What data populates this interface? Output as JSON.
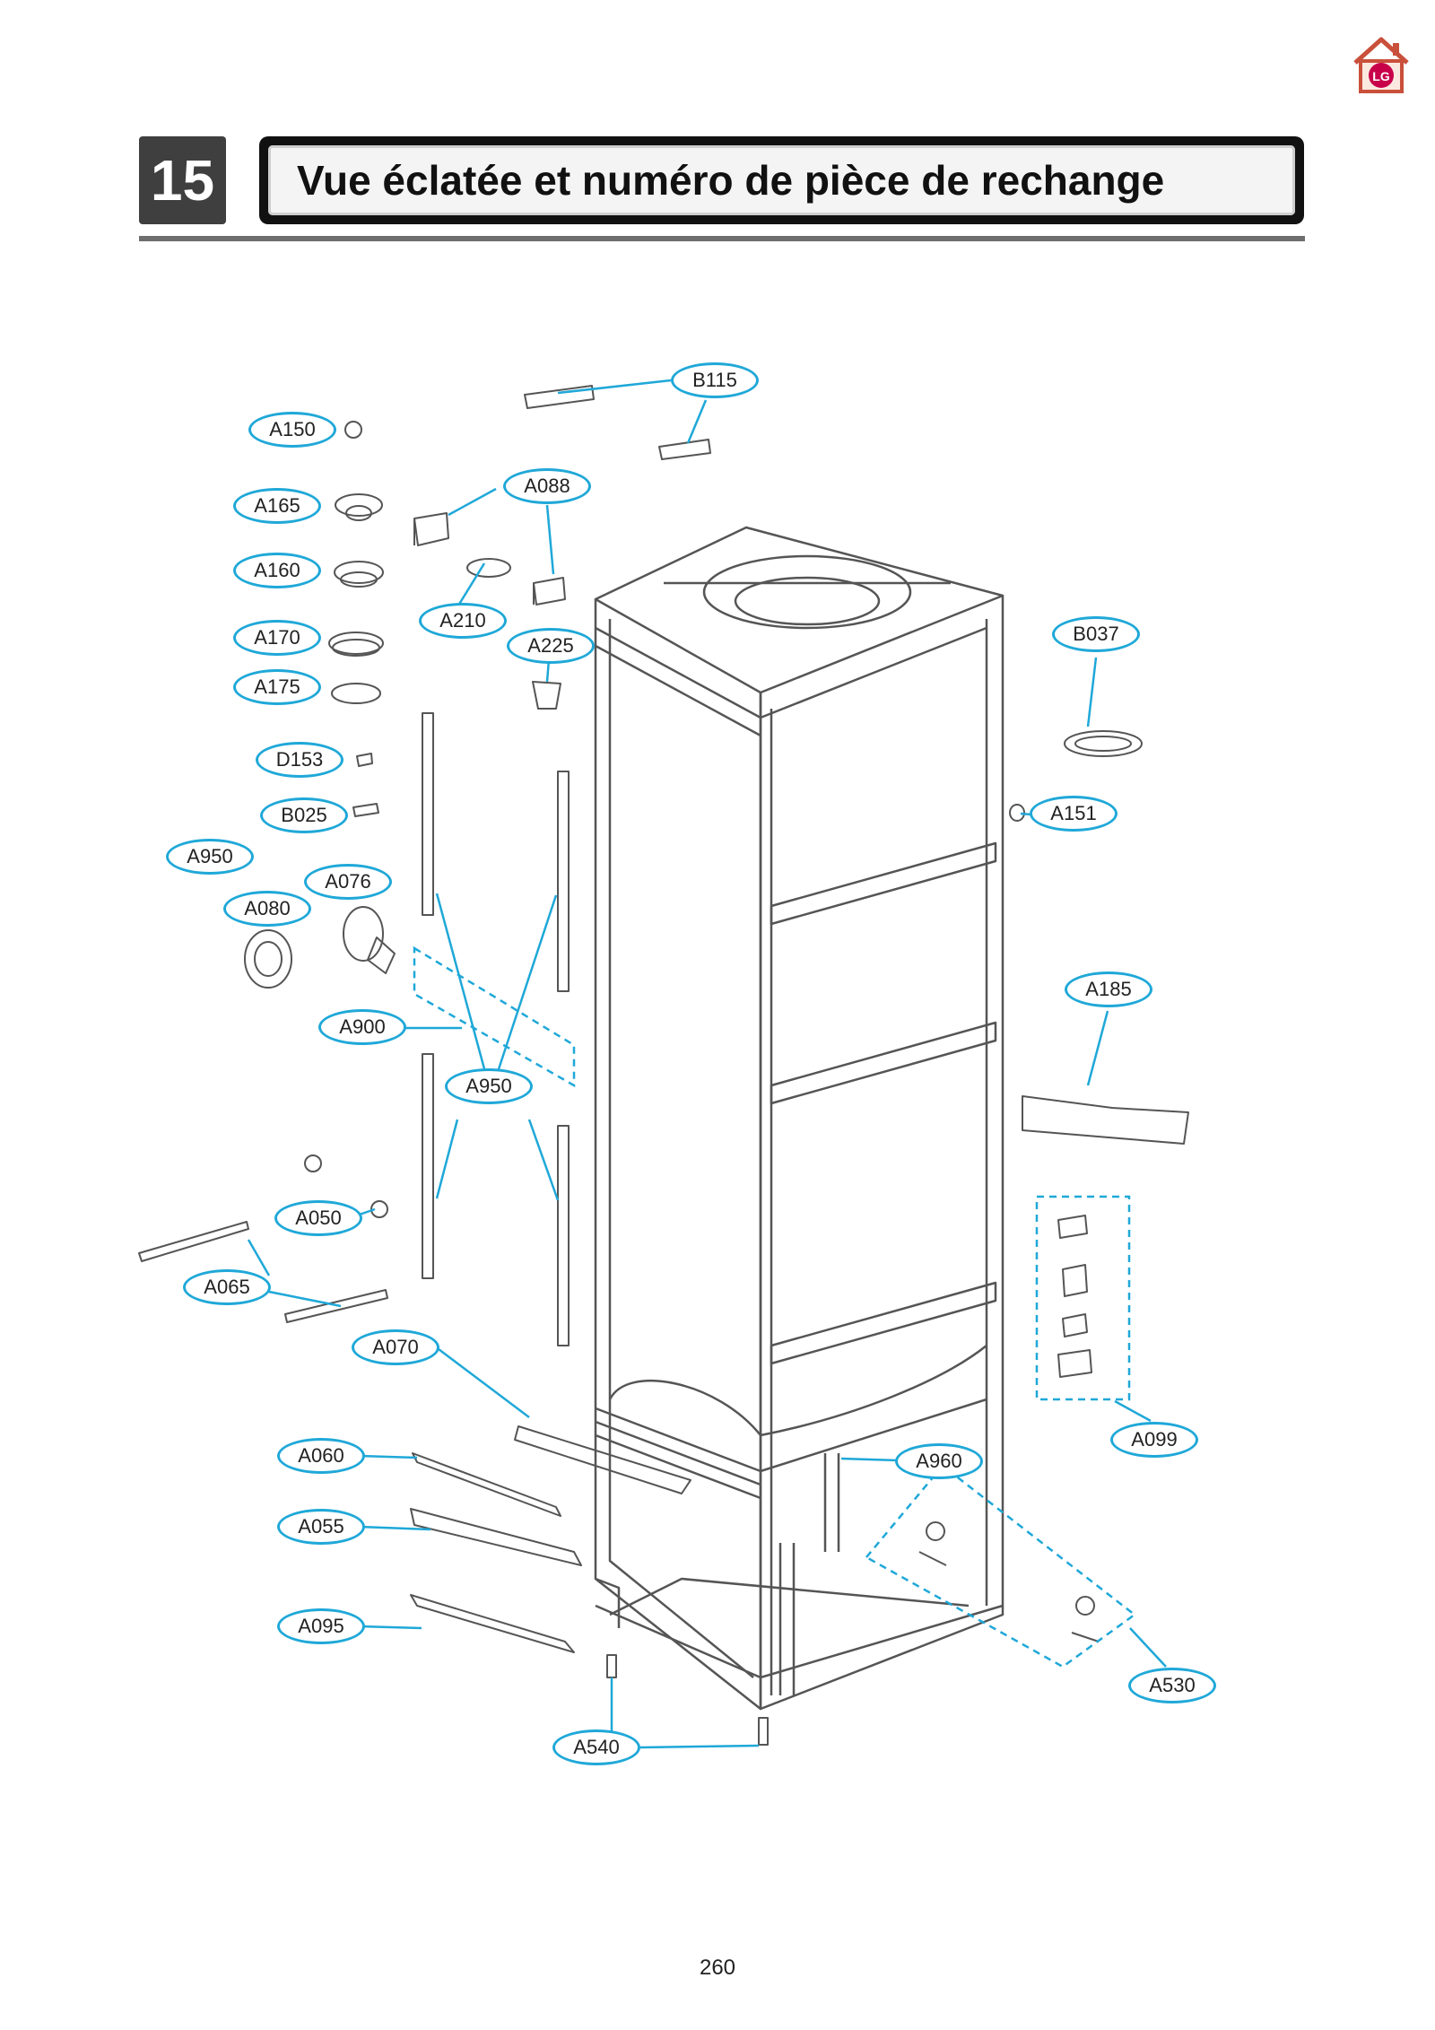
{
  "header": {
    "chapter_number": "15",
    "title": "Vue éclatée et numéro de pièce de rechange"
  },
  "brand": {
    "logo_icon": "lg-home-logo-icon",
    "logo_text": "LG",
    "accent_color": "#c8004a"
  },
  "callout_color": "#1fa8d8",
  "callouts": [
    "B115",
    "A150",
    "A088",
    "A165",
    "A160",
    "A210",
    "A170",
    "A225",
    "B037",
    "A175",
    "D153",
    "B025",
    "A151",
    "A950",
    "A076",
    "A080",
    "A185",
    "A900",
    "A950",
    "A050",
    "A065",
    "A070",
    "A099",
    "A060",
    "A960",
    "A055",
    "A095",
    "A530",
    "A540"
  ],
  "footer": {
    "page_number": "260"
  }
}
